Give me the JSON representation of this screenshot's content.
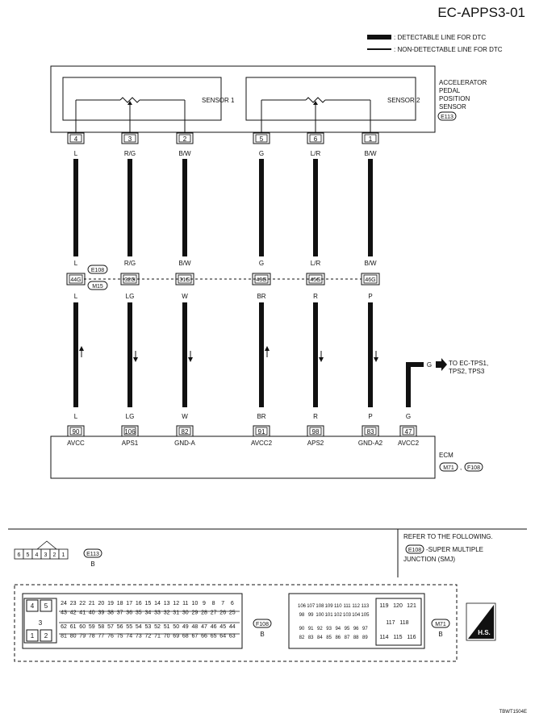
{
  "page_id": "EC-APPS3-01",
  "legend": {
    "detectable": ": DETECTABLE LINE FOR DTC",
    "non_detectable": ": NON-DETECTABLE LINE FOR DTC"
  },
  "component": {
    "lines": [
      "ACCELERATOR",
      "PEDAL",
      "POSITION",
      "SENSOR"
    ],
    "connector": "E113",
    "sensor1": "SENSOR 1",
    "sensor2": "SENSOR 2"
  },
  "harness": [
    {
      "pin": "4",
      "color_top": "L",
      "color_bottom": "L",
      "smj": "44G",
      "ecm_pin": "90",
      "ecm_label": "AVCC",
      "arrow": "up"
    },
    {
      "pin": "3",
      "color_top": "R/G",
      "color_bottom": "LG",
      "smj": "32G",
      "ecm_pin": "106",
      "ecm_label": "APS1",
      "arrow": "down"
    },
    {
      "pin": "2",
      "color_top": "B/W",
      "color_bottom": "W",
      "smj": "31G",
      "ecm_pin": "82",
      "ecm_label": "GND-A",
      "arrow": "down"
    },
    {
      "pin": "5",
      "color_top": "G",
      "color_bottom": "BR",
      "smj": "43G",
      "ecm_pin": "91",
      "ecm_label": "AVCC2",
      "arrow": "up"
    },
    {
      "pin": "6",
      "color_top": "L/R",
      "color_bottom": "R",
      "smj": "45G",
      "ecm_pin": "98",
      "ecm_label": "APS2",
      "arrow": "down"
    },
    {
      "pin": "1",
      "color_top": "B/W",
      "color_bottom": "P",
      "smj": "46G",
      "ecm_pin": "83",
      "ecm_label": "GND-A2",
      "arrow": "down"
    }
  ],
  "smj_connectors": [
    "E108",
    "M15"
  ],
  "extra_line": {
    "ecm_pin": "47",
    "ecm_label": "AVCC2",
    "color": "G",
    "to_lines": [
      "TO EC-TPS1,",
      "TPS2, TPS3"
    ]
  },
  "ecm": {
    "label": "ECM",
    "connectors": [
      "M71",
      "F108"
    ],
    "separator": ","
  },
  "refer": {
    "title": "REFER TO THE FOLLOWING.",
    "connector": "E108",
    "line1": "-SUPER MULTIPLE",
    "line2": "JUNCTION (SMJ)"
  },
  "e113_face": {
    "pins": [
      "6",
      "5",
      "4",
      "3",
      "2",
      "1"
    ],
    "connector": "E113",
    "color": "B"
  },
  "f108_face": {
    "connector": "F108",
    "color": "B",
    "small": [
      [
        "4",
        "5"
      ],
      [
        "3"
      ],
      [
        "1",
        "2"
      ]
    ],
    "rows": [
      [
        "24",
        "23",
        "22",
        "21",
        "20",
        "19",
        "18",
        "17",
        "16",
        "15",
        "14",
        "13",
        "12",
        "11",
        "10",
        "9",
        "8",
        "7",
        "6"
      ],
      [
        "43",
        "42",
        "41",
        "40",
        "39",
        "38",
        "37",
        "36",
        "35",
        "34",
        "33",
        "32",
        "31",
        "30",
        "29",
        "28",
        "27",
        "26",
        "25"
      ],
      [
        "62",
        "61",
        "60",
        "59",
        "58",
        "57",
        "56",
        "55",
        "54",
        "53",
        "52",
        "51",
        "50",
        "49",
        "48",
        "47",
        "46",
        "45",
        "44"
      ],
      [
        "81",
        "80",
        "79",
        "78",
        "77",
        "76",
        "75",
        "74",
        "73",
        "72",
        "71",
        "70",
        "69",
        "68",
        "67",
        "66",
        "65",
        "64",
        "63"
      ]
    ]
  },
  "m71_face": {
    "connector": "M71",
    "color": "B",
    "rows": [
      [
        "106",
        "107",
        "108",
        "109",
        "110",
        "111",
        "112",
        "113"
      ],
      [
        "98",
        "99",
        "100",
        "101",
        "102",
        "103",
        "104",
        "105"
      ],
      [
        "90",
        "91",
        "92",
        "93",
        "94",
        "95",
        "96",
        "97"
      ],
      [
        "82",
        "83",
        "84",
        "85",
        "86",
        "87",
        "88",
        "89"
      ]
    ],
    "right": [
      [
        "119",
        "120",
        "121"
      ],
      [
        "117",
        "118"
      ],
      [
        "114",
        "115",
        "116"
      ]
    ]
  },
  "hs_label": "H.S.",
  "image_tag": "TBWT1504E"
}
